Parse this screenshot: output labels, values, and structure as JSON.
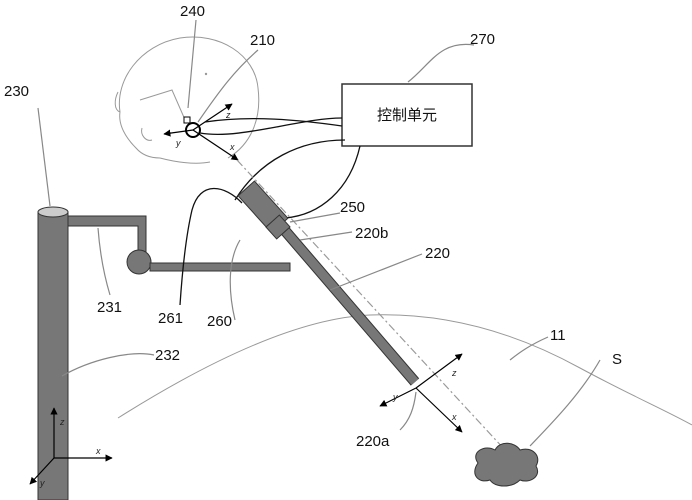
{
  "labels": {
    "l240": "240",
    "l210": "210",
    "l270": "270",
    "l230": "230",
    "l250": "250",
    "l220b": "220b",
    "l220": "220",
    "l231": "231",
    "l261": "261",
    "l260": "260",
    "l11": "11",
    "l232": "232",
    "lS": "S",
    "l220a": "220a"
  },
  "control_unit": {
    "text": "控制单元"
  },
  "axes": {
    "head": {
      "z": "z",
      "y": "y",
      "x": "x"
    },
    "probe": {
      "z": "z",
      "y": "y",
      "x": "x"
    },
    "base": {
      "z": "z",
      "y": "y",
      "x": "x"
    }
  },
  "colors": {
    "mechanism": "#777777",
    "outline": "#333333",
    "leader": "#888888",
    "wire": "#111111"
  }
}
